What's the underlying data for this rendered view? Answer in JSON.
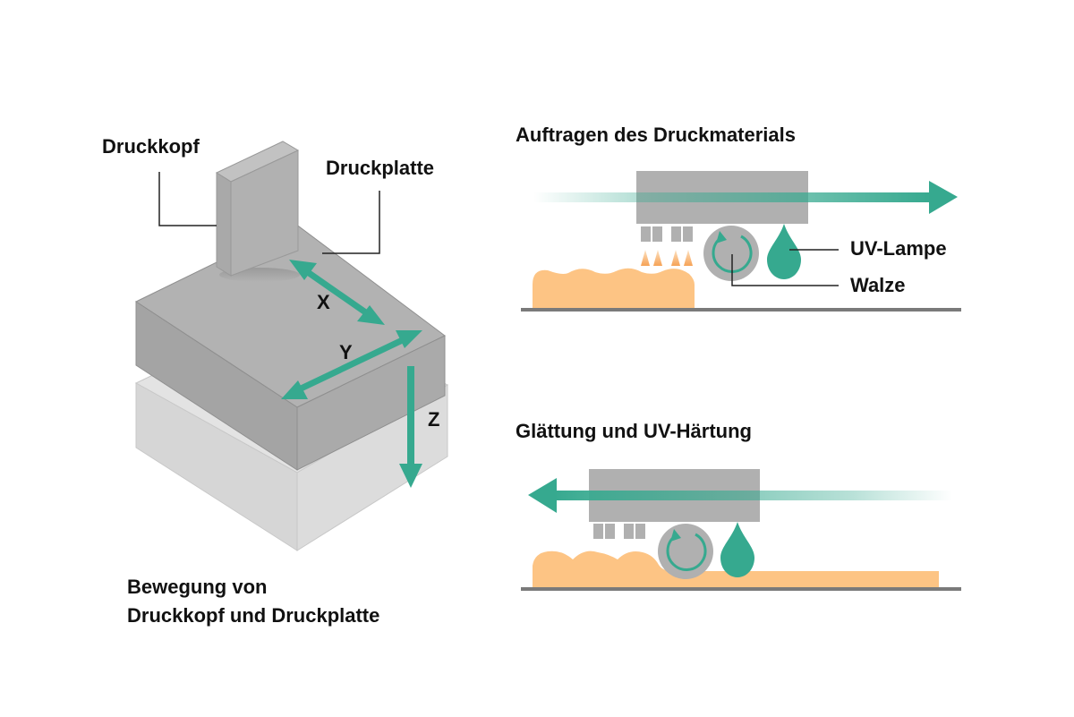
{
  "left_panel": {
    "labels": {
      "print_head": "Druckkopf",
      "print_plate": "Druckplatte"
    },
    "axes": {
      "x": "X",
      "y": "Y",
      "z": "Z"
    },
    "caption": {
      "line1": "Bewegung von",
      "line2": "Druckkopf und Druckplatte"
    }
  },
  "top_right_panel": {
    "title": "Auftragen des Druckmaterials",
    "direction": "right",
    "labels": {
      "uv_lamp": "UV-Lampe",
      "roller": "Walze"
    }
  },
  "bottom_right_panel": {
    "title": "Glättung und UV-Härtung",
    "direction": "left"
  },
  "colors": {
    "accent_teal": "#36a98f",
    "material_orange": "#fdc484",
    "nozzle_glow": "#f6a256",
    "block_gray": "#b0b0b0",
    "block_light": "#dadada",
    "baseline_gray": "#7a7a7a"
  }
}
